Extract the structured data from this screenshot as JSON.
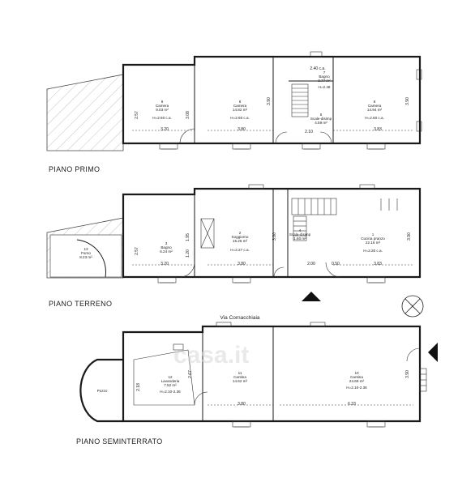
{
  "floors": {
    "primo": "PIANO PRIMO",
    "terreno": "PIANO TERRENO",
    "seminterrato": "PIANO SEMINTERRATO"
  },
  "street": "Via Cornacchiaia",
  "watermark": "casa.it",
  "rooms": {
    "r9": {
      "num": "9",
      "name": "Camera",
      "area": "9.03 m²",
      "h": "H=2.60 c.a."
    },
    "r8": {
      "num": "8",
      "name": "Camera",
      "area": "14.82 m²",
      "h": "H=2.60 c.a."
    },
    "r7": {
      "num": "7",
      "name": "Bagno",
      "area": "3.77 m²",
      "h": "H=2.48"
    },
    "r5": {
      "num": "5",
      "name": "Scale-disimp",
      "area": "4.59 m²"
    },
    "r6": {
      "num": "6",
      "name": "Camera",
      "area": "14.94 m²",
      "h": "H=2.60 c.a."
    },
    "r13": {
      "num": "13",
      "name": "Forno",
      "area": "8.23 m²"
    },
    "r3": {
      "num": "3",
      "name": "Bagno",
      "area": "6.24 m²"
    },
    "r2": {
      "num": "2",
      "name": "Soggiorno",
      "area": "15.26 m²",
      "h": "H=2.27 c.a."
    },
    "r4": {
      "num": "4",
      "name": "Scala-disimp",
      "area": "1.60 m²"
    },
    "r1": {
      "num": "1",
      "name": "Cucina pranzo",
      "area": "22.16 m²",
      "h": "H=2.30 c.a."
    },
    "r12": {
      "num": "12",
      "name": "Lavanderia",
      "area": "7.52 m²",
      "h": "H=2.10-2.36"
    },
    "r11": {
      "num": "11",
      "name": "Cantina",
      "area": "14.62 m²"
    },
    "r10": {
      "num": "10",
      "name": "Cantina",
      "area": "24.69 m²",
      "h": "H=2.10-2.36"
    },
    "pozzo": {
      "name": "Pozzo"
    }
  },
  "dims": {
    "d240": "2.40 c.a.",
    "d257a": "2.57",
    "d308": "3.08",
    "d390a": "3.90",
    "d248": "H=2.48",
    "d390b": "3.90",
    "d320a": "3.20",
    "d380a": "3.80",
    "d210": "2.10",
    "d383a": "3.83",
    "d257b": "2.57",
    "d195": "1.95",
    "d120": "1.20",
    "d390c": "3.90",
    "d390d": "3.90",
    "d320b": "3.20",
    "d380b": "3.80",
    "d200": "2.00",
    "d050": "0.50",
    "d383b": "3.83",
    "d218": "2.18",
    "d267": "2.67",
    "d390e": "3.90",
    "d380c": "3.80",
    "d633": "6.33"
  }
}
